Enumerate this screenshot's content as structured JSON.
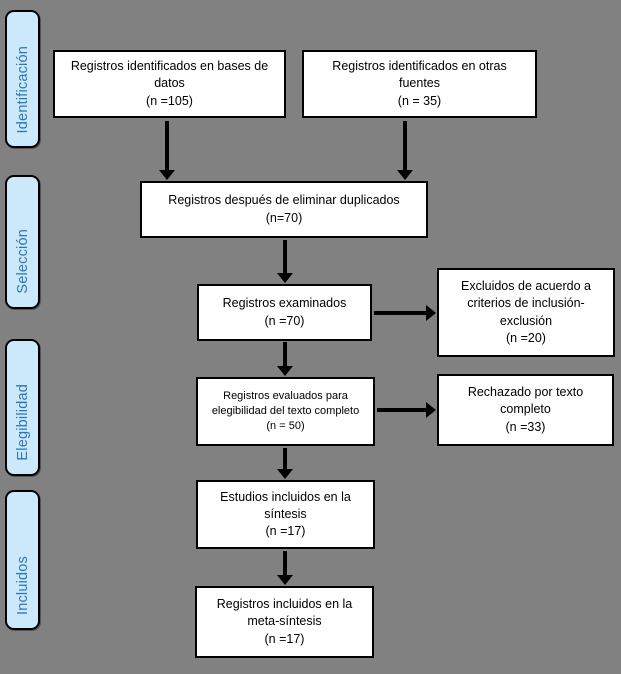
{
  "colors": {
    "background": "#818181",
    "stage-fill": "#cce9fb",
    "stage-text": "#2e75b6",
    "box-fill": "#ffffff",
    "line": "#000000"
  },
  "stages": [
    {
      "label": "Identificación"
    },
    {
      "label": "Selección"
    },
    {
      "label": "Elegibilidad"
    },
    {
      "label": "Incluidos"
    }
  ],
  "boxes": {
    "identified_databases": {
      "text": "Registros identificados en bases de\ndatos\n(n =105)",
      "n": 105
    },
    "identified_other_sources": {
      "text": "Registros identificados en otras\nfuentes\n(n = 35)",
      "n": 35
    },
    "after_duplicates_removed": {
      "text": "Registros después de eliminar duplicados\n(n=70)",
      "n": 70
    },
    "records_screened": {
      "text": "Registros examinados\n(n =70)",
      "n": 70
    },
    "excluded_by_criteria": {
      "text": "Excluidos de acuerdo a\ncriterios de inclusión-\nexclusión\n(n =20)",
      "n": 20
    },
    "fulltext_assessed": {
      "text": "Registros evaluados para\nelegibilidad del texto completo\n(n = 50)",
      "n": 50
    },
    "fulltext_rejected": {
      "text": "Rechazado por texto\ncompleto\n(n =33)",
      "n": 33
    },
    "included_synthesis": {
      "text": "Estudios incluidos en la\nsíntesis\n(n =17)",
      "n": 17
    },
    "included_metasynthesis": {
      "text": "Registros incluidos en la\nmeta-síntesis\n(n =17)",
      "n": 17
    }
  }
}
